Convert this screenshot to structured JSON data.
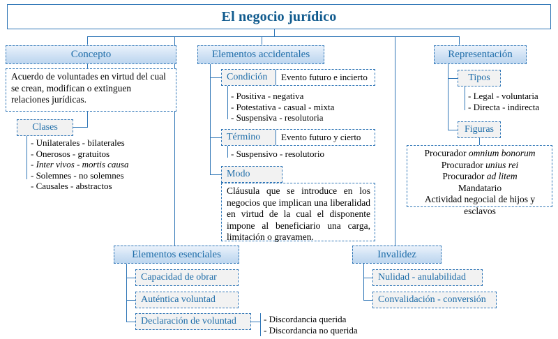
{
  "title": "El negocio jurídico",
  "branches": {
    "concepto": {
      "header": "Concepto",
      "description": "Acuerdo de voluntades en virtud del cual se crean, modifican o extinguen relaciones jurídicas.",
      "clases_header": "Clases",
      "clases_items": [
        "- Unilaterales - bilaterales",
        "- Onerosos - gratuitos",
        "- Inter vivos - mortis causa",
        "- Solemnes - no solemnes",
        "- Causales - abstractos"
      ]
    },
    "accidentales": {
      "header": "Elementos accidentales",
      "condicion": {
        "label": "Condición",
        "definition": "Evento futuro e incierto",
        "items": [
          "- Positiva - negativa",
          "- Potestativa - casual - mixta",
          "- Suspensiva - resolutoria"
        ]
      },
      "termino": {
        "label": "Término",
        "definition": "Evento futuro y cierto",
        "items": [
          "- Suspensivo - resolutorio"
        ]
      },
      "modo": {
        "label": "Modo",
        "description": "Cláusula que se introduce en los negocios que implican una liberalidad en virtud de la cual el disponente impone al beneficiario una carga, limitación o gravamen."
      }
    },
    "representacion": {
      "header": "Representación",
      "tipos_header": "Tipos",
      "tipos_items": [
        "- Legal - voluntaria",
        "- Directa - indirecta"
      ],
      "figuras_header": "Figuras",
      "figuras_items": [
        "Procurador omnium bonorum",
        "Procurador unius rei",
        "Procurador ad litem",
        "Mandatario",
        "Actividad negocial de hijos y esclavos"
      ]
    },
    "esenciales": {
      "header": "Elementos esenciales",
      "items": [
        "Capacidad de obrar",
        "Auténtica voluntad",
        "Declaración de voluntad"
      ],
      "discordancia_items": [
        "- Discordancia querida",
        "- Discordancia no querida"
      ]
    },
    "invalidez": {
      "header": "Invalidez",
      "items": [
        "Nulidad - anulabilidad",
        "Convalidación - conversión"
      ]
    }
  },
  "colors": {
    "accent_blue": "#2e75b6",
    "title_blue": "#115b8e",
    "header_text_blue": "#1d6ca8",
    "gray_fill": "#f2f2f2"
  }
}
